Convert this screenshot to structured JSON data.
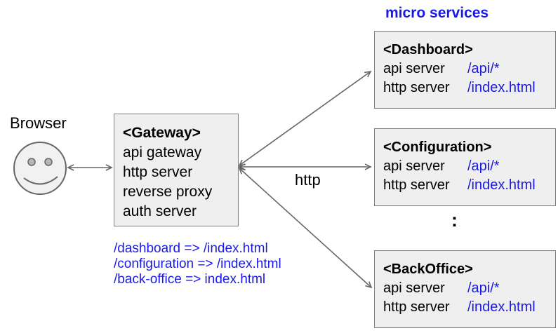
{
  "diagram": {
    "title": "micro services",
    "browser_label": "Browser",
    "http_label": "http",
    "ellipsis": ":",
    "gateway": {
      "title": "<Gateway>",
      "features": [
        "api gateway",
        "http server",
        "reverse proxy",
        "auth server"
      ]
    },
    "routes": [
      "/dashboard => /index.html",
      "/configuration => /index.html",
      "/back-office => index.html"
    ],
    "services": [
      {
        "title": "<Dashboard>",
        "rows": [
          {
            "label": "api server",
            "value": "/api/*"
          },
          {
            "label": "http server",
            "value": "/index.html"
          }
        ]
      },
      {
        "title": "<Configuration>",
        "rows": [
          {
            "label": "api server",
            "value": "/api/*"
          },
          {
            "label": "http server",
            "value": "/index.html"
          }
        ]
      },
      {
        "title": "<BackOffice>",
        "rows": [
          {
            "label": "api server",
            "value": "/api/*"
          },
          {
            "label": "http server",
            "value": "/index.html"
          }
        ]
      }
    ],
    "icons": {
      "browser": "smiley-face-icon",
      "links": "bidirectional-arrow"
    },
    "colors": {
      "accent_blue": "#1a1ae6",
      "box_fill": "#efefef",
      "box_border": "#7d7d7d",
      "arrow": "#666666",
      "text": "#000000"
    }
  }
}
